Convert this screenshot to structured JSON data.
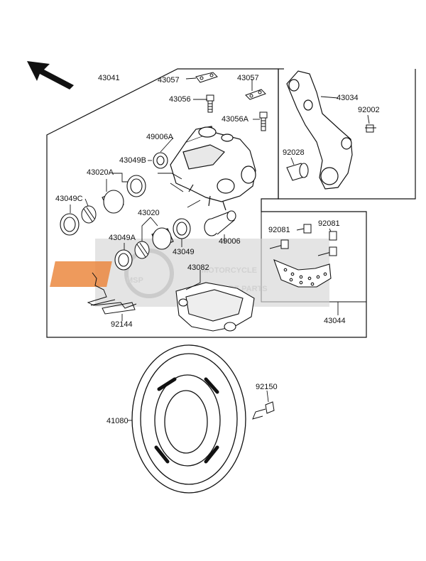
{
  "parts": {
    "p43041": "43041",
    "p43057a": "43057",
    "p43057b": "43057",
    "p43056": "43056",
    "p43056A": "43056A",
    "p49006A": "49006A",
    "p43049B": "43049B",
    "p43020A": "43020A",
    "p43049C": "43049C",
    "p43020": "43020",
    "p43049A": "43049A",
    "p43049": "43049",
    "p49006": "49006",
    "p43034": "43034",
    "p92002": "92002",
    "p92028": "92028",
    "p92081a": "92081",
    "p92081b": "92081",
    "p43082": "43082",
    "p43044": "43044",
    "p92144": "92144",
    "p92150": "92150",
    "p41080": "41080"
  },
  "watermark": {
    "logo": "MSP",
    "line1": "MOTORCYCLE",
    "line2": "SPARE PARTS"
  },
  "colors": {
    "ink": "#111111",
    "watermark_bg": "#d5d5d5",
    "watermark_accent": "#e8731e"
  }
}
